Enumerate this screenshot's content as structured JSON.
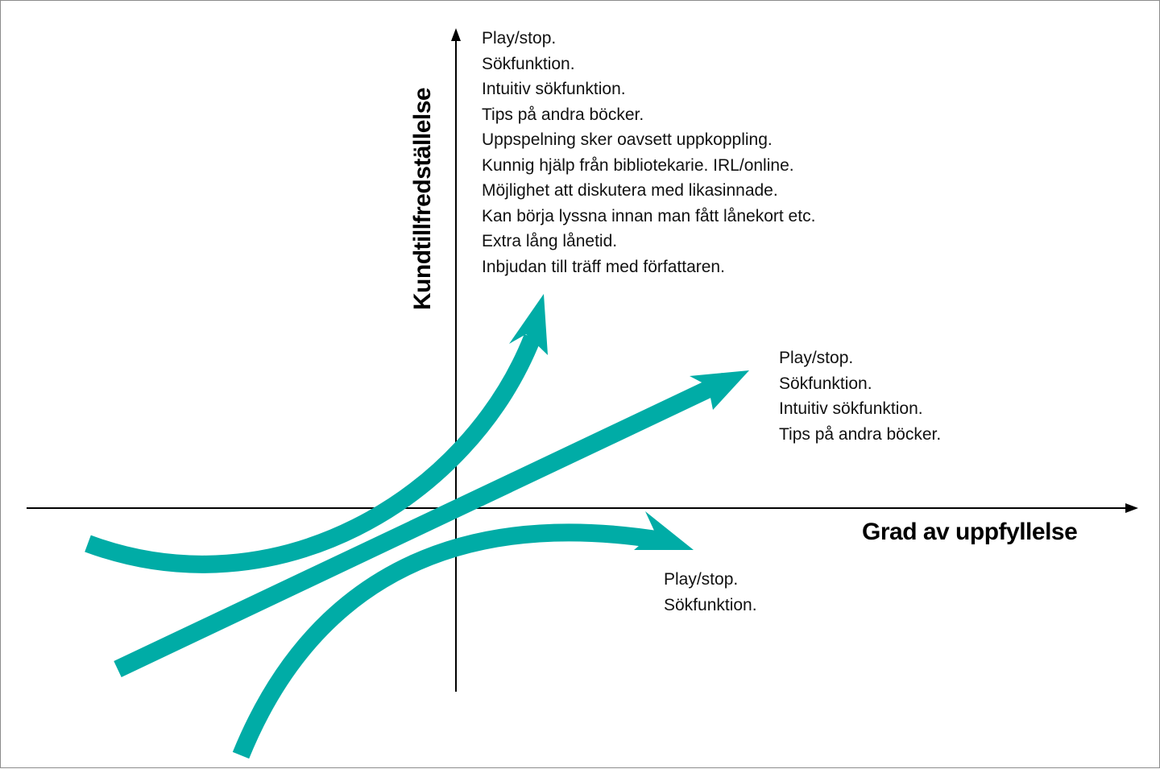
{
  "axes": {
    "y_label": "Kundtillfredställelse",
    "x_label": "Grad av uppfyllelse"
  },
  "feature_lists": {
    "excitement": [
      "Play/stop.",
      "Sökfunktion.",
      "Intuitiv sökfunktion.",
      "Tips på andra böcker.",
      "Uppspelning sker oavsett uppkoppling.",
      "Kunnig hjälp från bibliotekarie. IRL/online.",
      "Möjlighet att diskutera med likasinnade.",
      "Kan börja lyssna innan man fått lånekort etc.",
      "Extra lång lånetid.",
      "Inbjudan till träff med författaren."
    ],
    "performance": [
      "Play/stop.",
      "Sökfunktion.",
      "Intuitiv sökfunktion.",
      "Tips på andra böcker."
    ],
    "basic": [
      "Play/stop.",
      "Sökfunktion."
    ]
  },
  "colors": {
    "arrow": "#00aca6",
    "axis": "#000000",
    "text": "#111111"
  }
}
